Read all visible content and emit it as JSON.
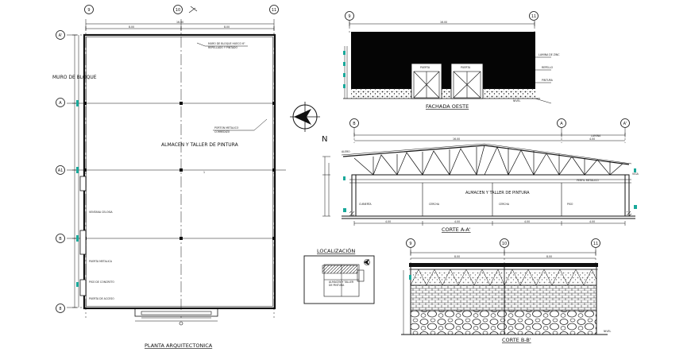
{
  "plan": {
    "title": "PLANTA ARQUITECTONICA",
    "room_label": "ALMACEN Y TALLER DE PINTURA",
    "grid_top": [
      "9",
      "10",
      "11"
    ],
    "grid_left": [
      "A'",
      "A",
      "A1",
      "B",
      "8"
    ],
    "side_label": "MURO DE BLOQUE"
  },
  "facade": {
    "title": "FACHADA OESTE",
    "grid": [
      "9",
      "11"
    ],
    "door_label": "PUERTA"
  },
  "section_a": {
    "title": "CORTE A-A'",
    "room_label": "ALMACEN Y TALLER DE PINTURA",
    "grid": [
      "B",
      "A",
      "A'"
    ]
  },
  "north": {
    "letter": "N"
  },
  "location": {
    "title": "LOCALIZACIÓN"
  },
  "section_b": {
    "title": "CORTE B-B'",
    "grid": [
      "9",
      "10",
      "11"
    ]
  }
}
